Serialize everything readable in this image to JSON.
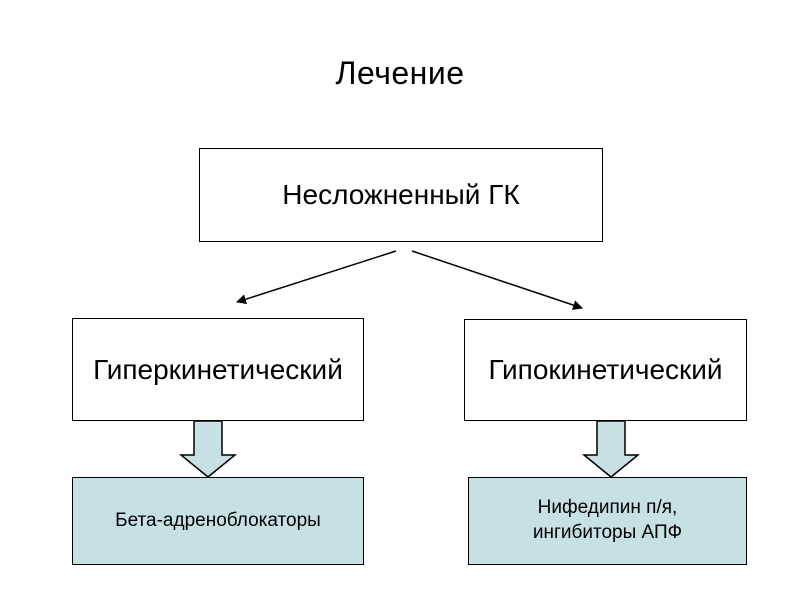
{
  "slide": {
    "title": "Лечение"
  },
  "diagram": {
    "root": {
      "label": "Несложненный ГК"
    },
    "branches": [
      {
        "label": "Гиперкинетический",
        "treatment": "Бета-адреноблокаторы"
      },
      {
        "label": "Гипокинетический",
        "treatment": "Нифедипин п/я,\nингибиторы АПФ"
      }
    ]
  },
  "colors": {
    "background": "#ffffff",
    "text": "#000000",
    "line": "#000000",
    "box_fill": "#c7e0e2"
  }
}
